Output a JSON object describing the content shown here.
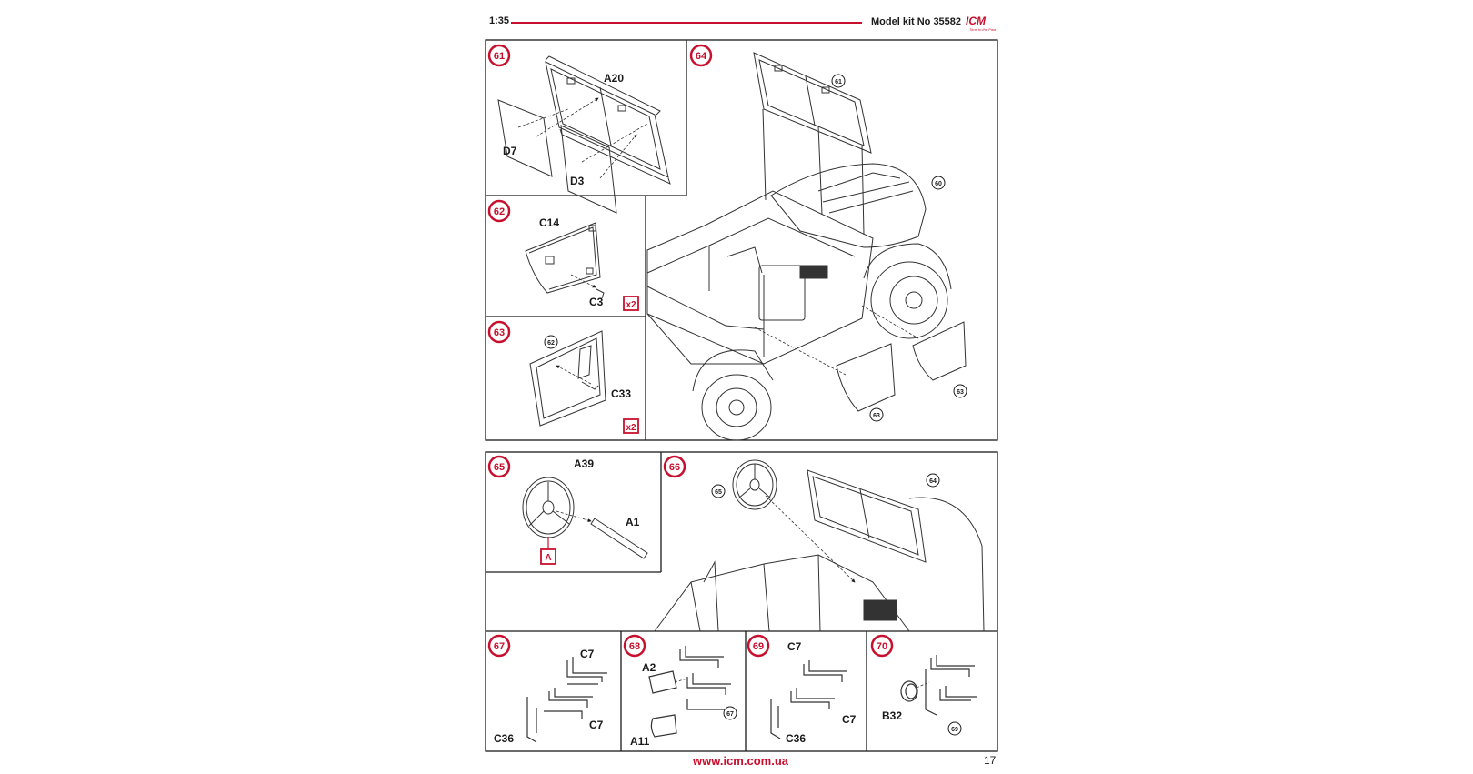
{
  "header": {
    "scale": "1:35",
    "kit": "Model kit No 35582",
    "logo": "ICM",
    "logo_sub": "Time to the Past"
  },
  "footer": {
    "url": "www.icm.com.ua",
    "page": "17"
  },
  "colors": {
    "accent": "#c8102e",
    "ink": "#1a1a1a"
  },
  "steps": {
    "s61": {
      "num": "61",
      "parts": [
        "A20",
        "D7",
        "D3"
      ]
    },
    "s62": {
      "num": "62",
      "parts": [
        "C14",
        "C3"
      ],
      "mult": "x2"
    },
    "s63": {
      "num": "63",
      "ref": "62",
      "parts": [
        "C33"
      ],
      "mult": "x2"
    },
    "s64": {
      "num": "64",
      "refs": [
        "61",
        "60",
        "63",
        "63"
      ]
    },
    "s65": {
      "num": "65",
      "parts": [
        "A39",
        "A1"
      ],
      "option": "A"
    },
    "s66": {
      "num": "66",
      "refs": [
        "65",
        "64"
      ]
    },
    "s67": {
      "num": "67",
      "parts": [
        "C7",
        "C36",
        "C7"
      ]
    },
    "s68": {
      "num": "68",
      "parts": [
        "A2",
        "A11"
      ],
      "ref": "67"
    },
    "s69": {
      "num": "69",
      "parts": [
        "C7",
        "C7",
        "C36"
      ]
    },
    "s70": {
      "num": "70",
      "parts": [
        "B32"
      ],
      "ref": "69"
    }
  }
}
